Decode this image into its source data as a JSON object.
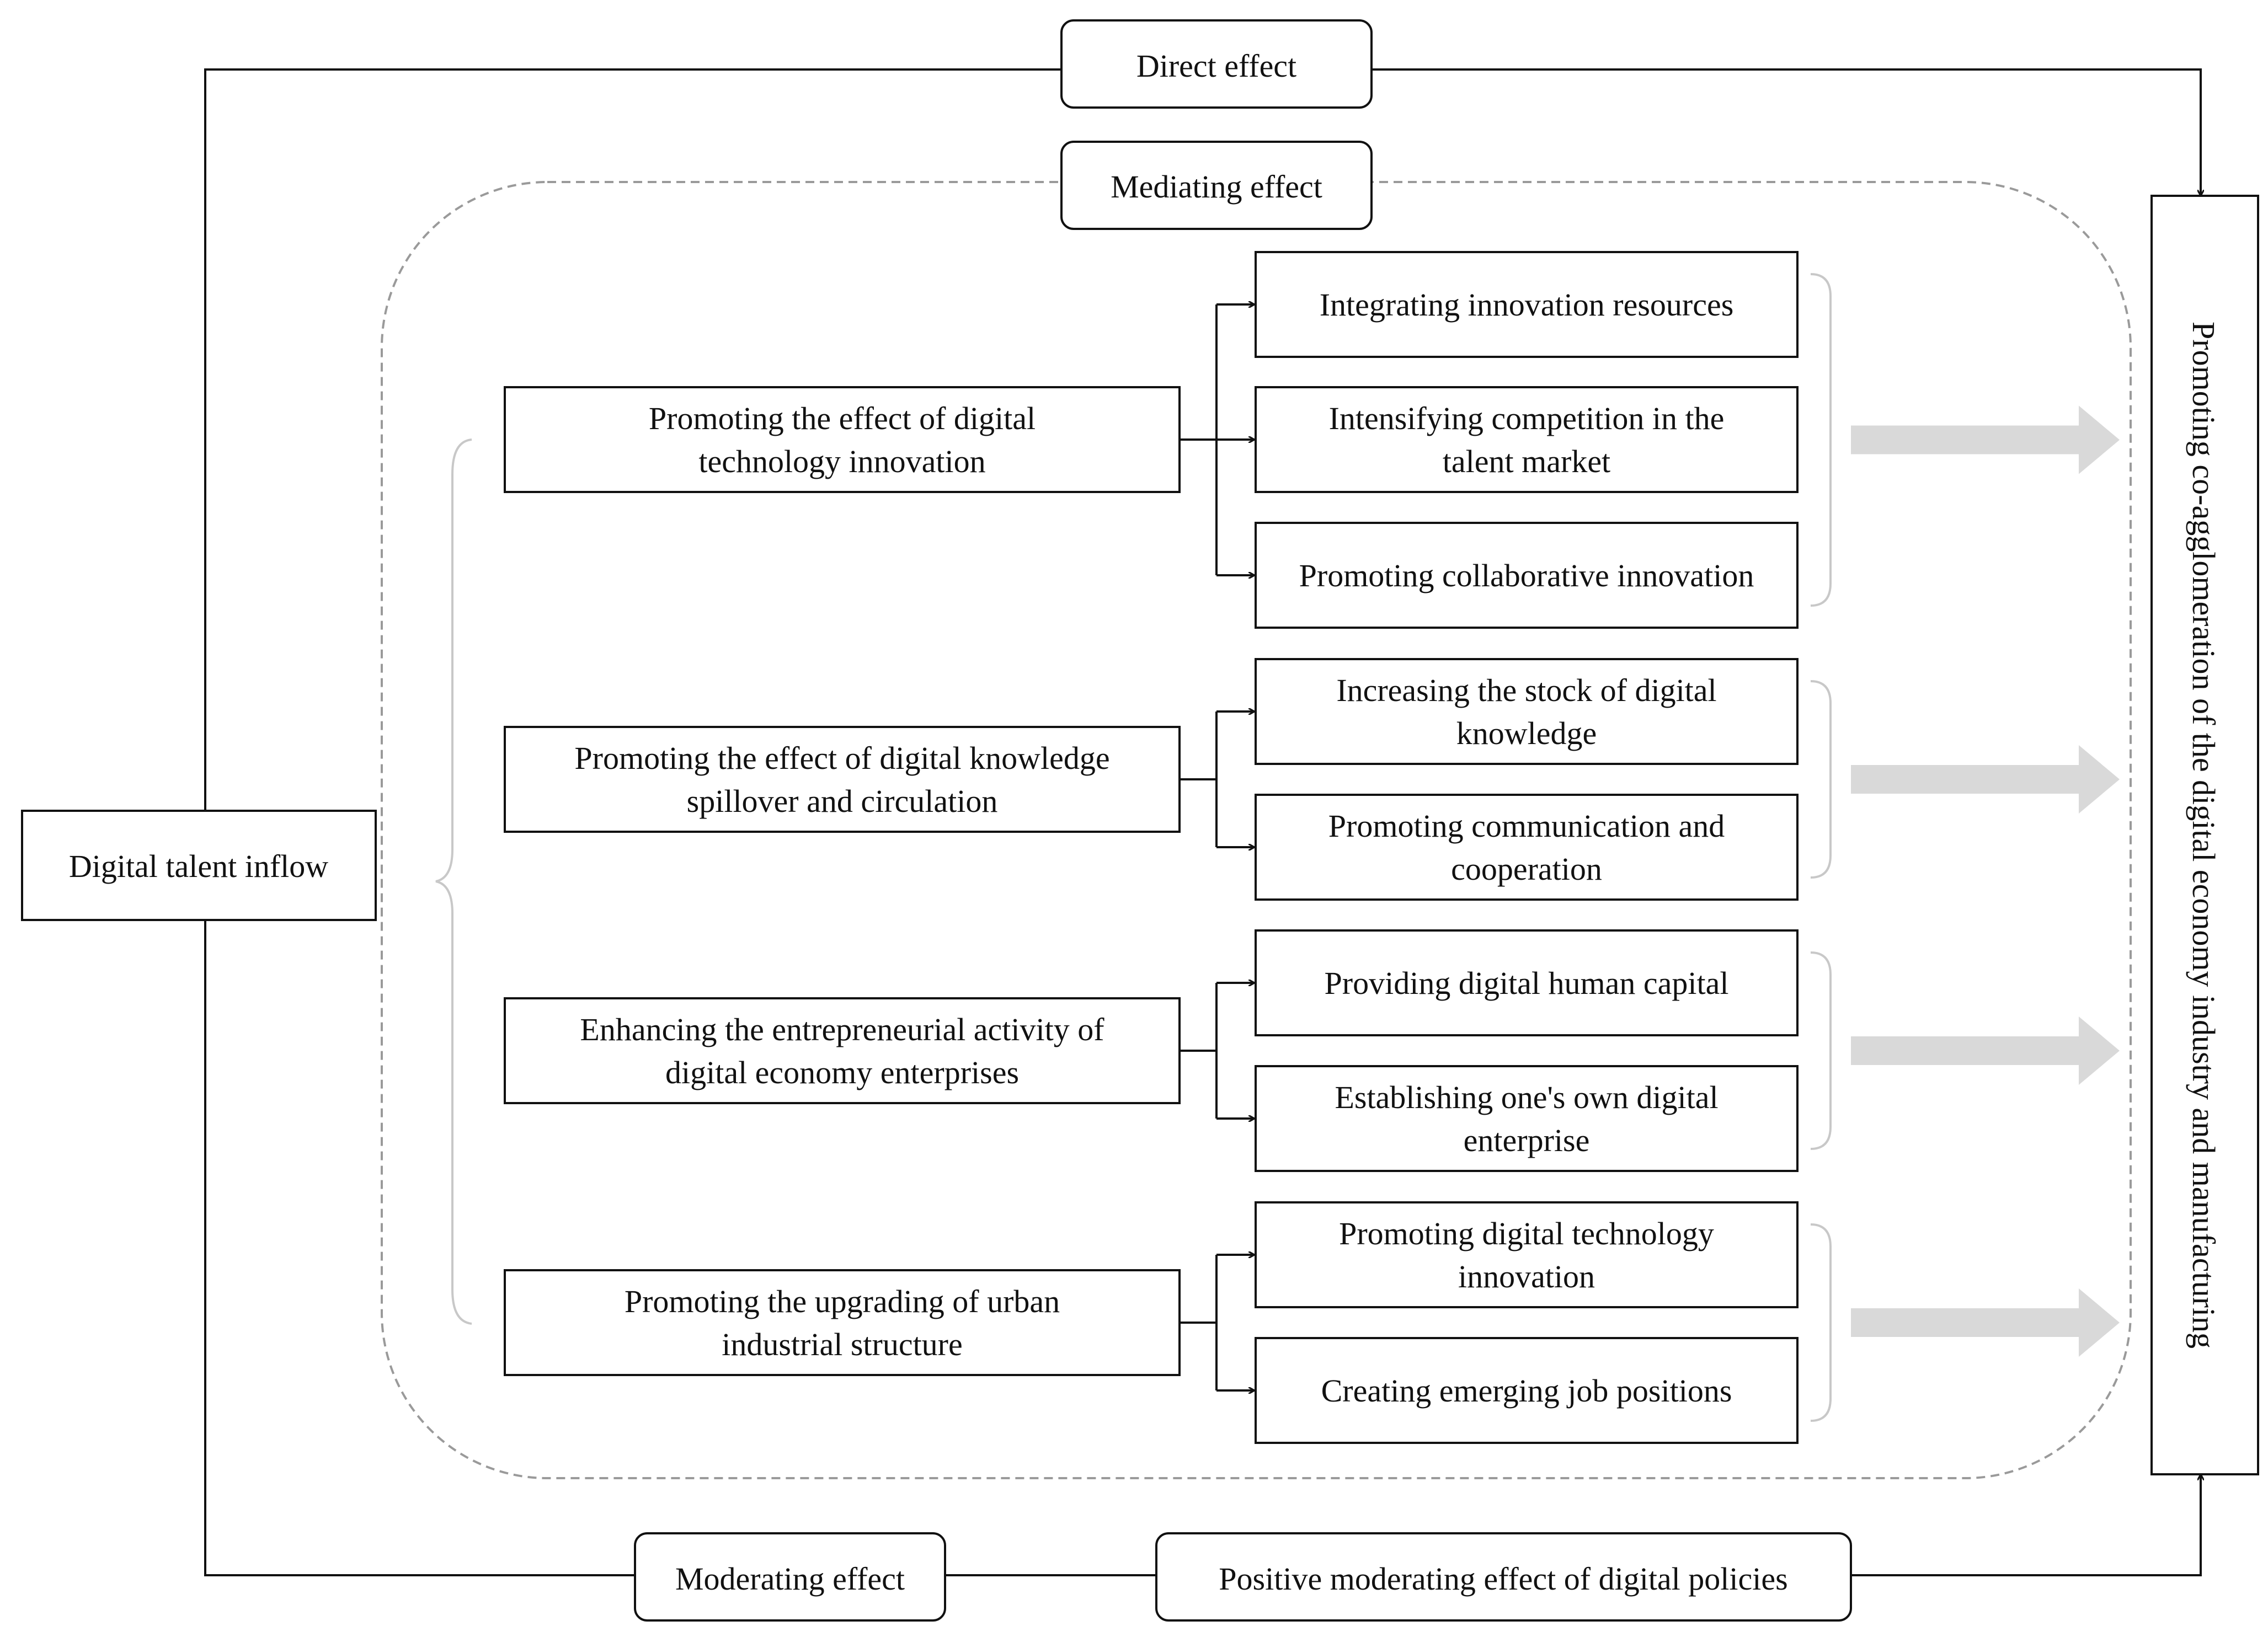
{
  "diagram": {
    "source": "Digital talent inflow",
    "target": "Promoting co-agglomeration of the digital economy industry and manufacturing",
    "direct_label": "Direct effect",
    "mediating_label": "Mediating effect",
    "moderating_label": "Moderating effect",
    "moderator": "Positive moderating effect of digital policies",
    "mechanisms": [
      {
        "lines": [
          "Promoting the effect of digital",
          "technology innovation"
        ],
        "channels": [
          {
            "lines": [
              "Integrating innovation resources"
            ]
          },
          {
            "lines": [
              "Intensifying competition in the",
              "talent market"
            ]
          },
          {
            "lines": [
              "Promoting collaborative innovation"
            ]
          }
        ]
      },
      {
        "lines": [
          "Promoting the effect of digital knowledge",
          "spillover and circulation"
        ],
        "channels": [
          {
            "lines": [
              "Increasing the stock of digital",
              "knowledge"
            ]
          },
          {
            "lines": [
              "Promoting communication and",
              "cooperation"
            ]
          }
        ]
      },
      {
        "lines": [
          "Enhancing the entrepreneurial activity of",
          "digital economy enterprises"
        ],
        "channels": [
          {
            "lines": [
              "Providing digital human capital"
            ]
          },
          {
            "lines": [
              "Establishing one's own digital",
              "enterprise"
            ]
          }
        ]
      },
      {
        "lines": [
          "Promoting the upgrading of urban",
          "industrial structure"
        ],
        "channels": [
          {
            "lines": [
              "Promoting digital technology",
              "innovation"
            ]
          },
          {
            "lines": [
              "Creating emerging job positions"
            ]
          }
        ]
      }
    ]
  }
}
